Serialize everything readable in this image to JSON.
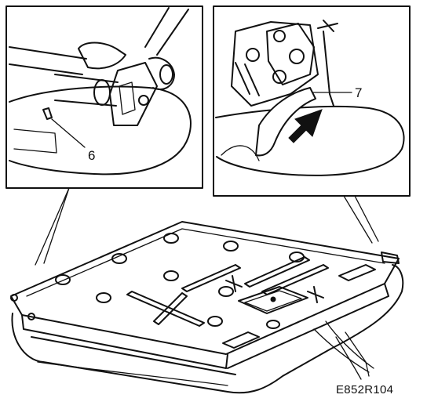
{
  "callouts": {
    "left_panel_label": "6",
    "right_panel_label": "7"
  },
  "figure_code": "E852R104"
}
